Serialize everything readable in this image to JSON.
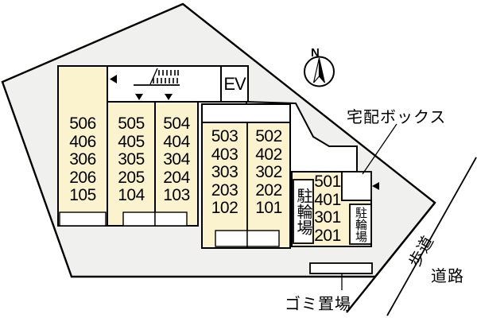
{
  "plan": {
    "north_label": "N",
    "ev_label": "EV",
    "stacks": [
      {
        "name": "stack-6",
        "rows": [
          "506",
          "406",
          "306",
          "206",
          "105"
        ]
      },
      {
        "name": "stack-5",
        "rows": [
          "505",
          "405",
          "305",
          "205",
          "104"
        ]
      },
      {
        "name": "stack-4",
        "rows": [
          "504",
          "404",
          "304",
          "204",
          "103"
        ]
      },
      {
        "name": "stack-3",
        "rows": [
          "503",
          "403",
          "303",
          "203",
          "102"
        ]
      },
      {
        "name": "stack-2",
        "rows": [
          "502",
          "402",
          "302",
          "202",
          "101"
        ]
      },
      {
        "name": "stack-1",
        "rows": [
          "501",
          "401",
          "301",
          "201"
        ]
      }
    ],
    "bike_parking_left": "駐輪場",
    "bike_parking_right": "駐輪場",
    "delivery_box_label": "宅配ボックス",
    "garbage_label": "ゴミ置場",
    "sidewalk_label": "歩道",
    "road_label": "道路"
  },
  "colors": {
    "room_fill": "#FAF3CD",
    "site_fill": "#F0F0EF",
    "outline": "#000000"
  }
}
